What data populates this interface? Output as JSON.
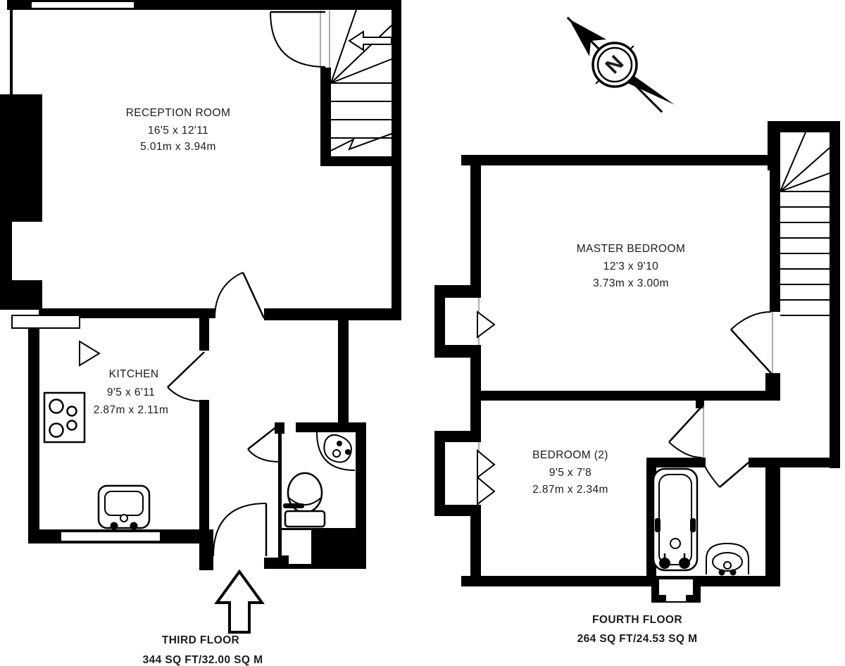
{
  "colors": {
    "wall": "#000000",
    "line": "#000000",
    "text": "#1b1b1b",
    "background": "#ffffff"
  },
  "compass": {
    "north_label": "N"
  },
  "floors": [
    {
      "name": "THIRD FLOOR",
      "area": "344 SQ FT/32.00 SQ M",
      "rooms": [
        {
          "name": "RECEPTION ROOM",
          "dimensions_imperial": "16'5 x 12'11",
          "dimensions_metric": "5.01m x 3.94m"
        },
        {
          "name": "KITCHEN",
          "dimensions_imperial": "9'5 x 6'11",
          "dimensions_metric": "2.87m x 2.11m"
        }
      ],
      "fixtures": [
        "staircase",
        "hob",
        "kitchen-sink",
        "toilet",
        "corner-basin",
        "entrance-arrow"
      ]
    },
    {
      "name": "FOURTH FLOOR",
      "area": "264 SQ FT/24.53 SQ M",
      "rooms": [
        {
          "name": "MASTER BEDROOM",
          "dimensions_imperial": "12'3 x 9'10",
          "dimensions_metric": "3.73m x 3.00m"
        },
        {
          "name": "BEDROOM (2)",
          "dimensions_imperial": "9'5 x 7'8",
          "dimensions_metric": "2.87m x 2.34m"
        }
      ],
      "fixtures": [
        "staircase",
        "bathtub",
        "basin"
      ]
    }
  ]
}
